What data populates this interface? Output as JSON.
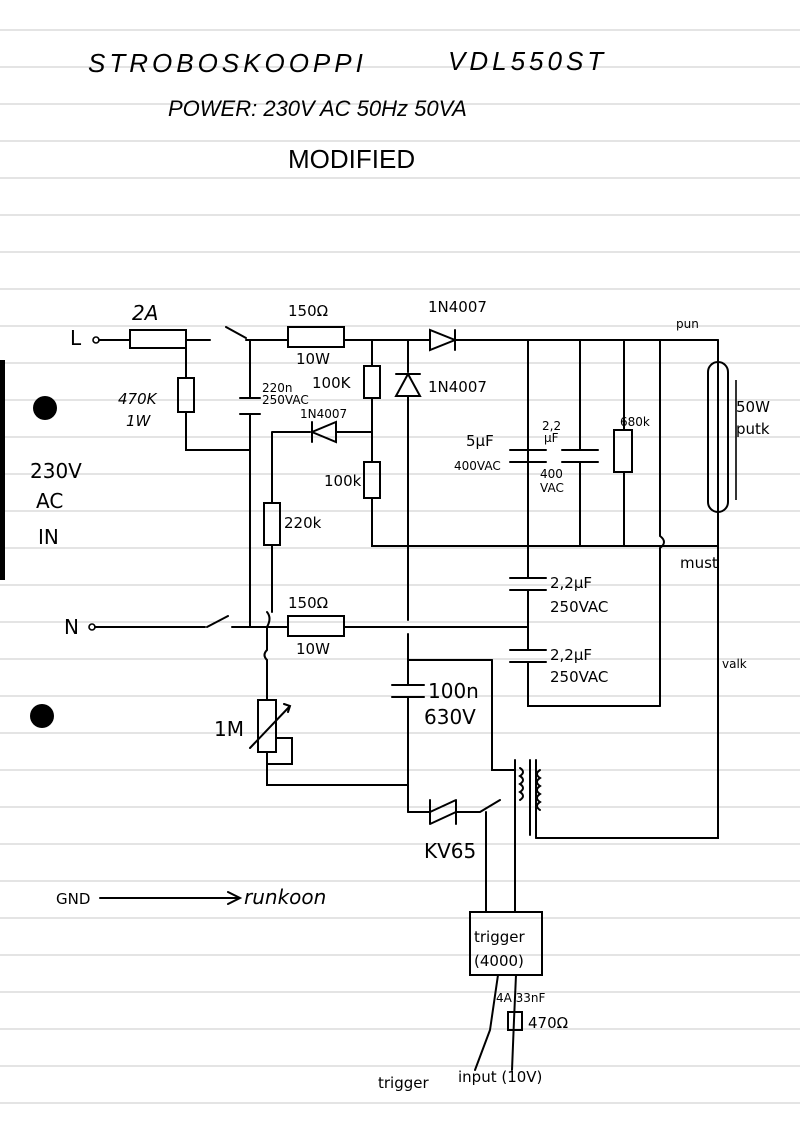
{
  "header": {
    "title_left": "STROBOSKOOPPI",
    "title_right": "VDL550ST",
    "power": "POWER: 230V AC 50Hz   50VA",
    "modified": "MODIFIED"
  },
  "inputs": {
    "line": "L",
    "neutral": "N",
    "ac_in_1": "230V",
    "ac_in_2": "AC",
    "ac_in_3": "IN"
  },
  "components": {
    "fuse": "2A",
    "r_top": "150Ω",
    "r_top_w": "10W",
    "r_bottom": "150Ω",
    "r_bottom_w": "10W",
    "d_top": "1N4007",
    "d_vert": "1N4007",
    "d_small": "1N4007",
    "r_470k": "470K",
    "r_470k_w": "1W",
    "c_220n_1": "220n",
    "c_220n_2": "250VAC",
    "r_100k_top": "100K",
    "r_100k_bot": "100k",
    "r_220k": "220k",
    "c_5u_1": "5µF",
    "c_5u_2": "400VAC",
    "c_22u_1": "2,2",
    "c_22u_2": "µF",
    "c_22u_3": "400",
    "c_22u_4": "VAC",
    "r_680k": "680k",
    "c_2u2a_1": "2,2µF",
    "c_2u2a_2": "250VAC",
    "c_2u2b_1": "2,2µF",
    "c_2u2b_2": "250VAC",
    "c_100n_1": "100n",
    "c_100n_2": "630V",
    "pot_1m": "1M",
    "diac": "KV65",
    "lamp_1": "50W",
    "lamp_2": "putk",
    "wire_pun": "pun",
    "wire_must": "must",
    "wire_valk": "valk",
    "gnd": "GND",
    "gnd_target": "runkoon",
    "trigger_1": "trigger",
    "trigger_2": "(4000)",
    "trig_c": "4A 33nF",
    "trig_r": "470Ω",
    "trig_in_1": "trigger",
    "trig_in_2": "input (10V)"
  }
}
